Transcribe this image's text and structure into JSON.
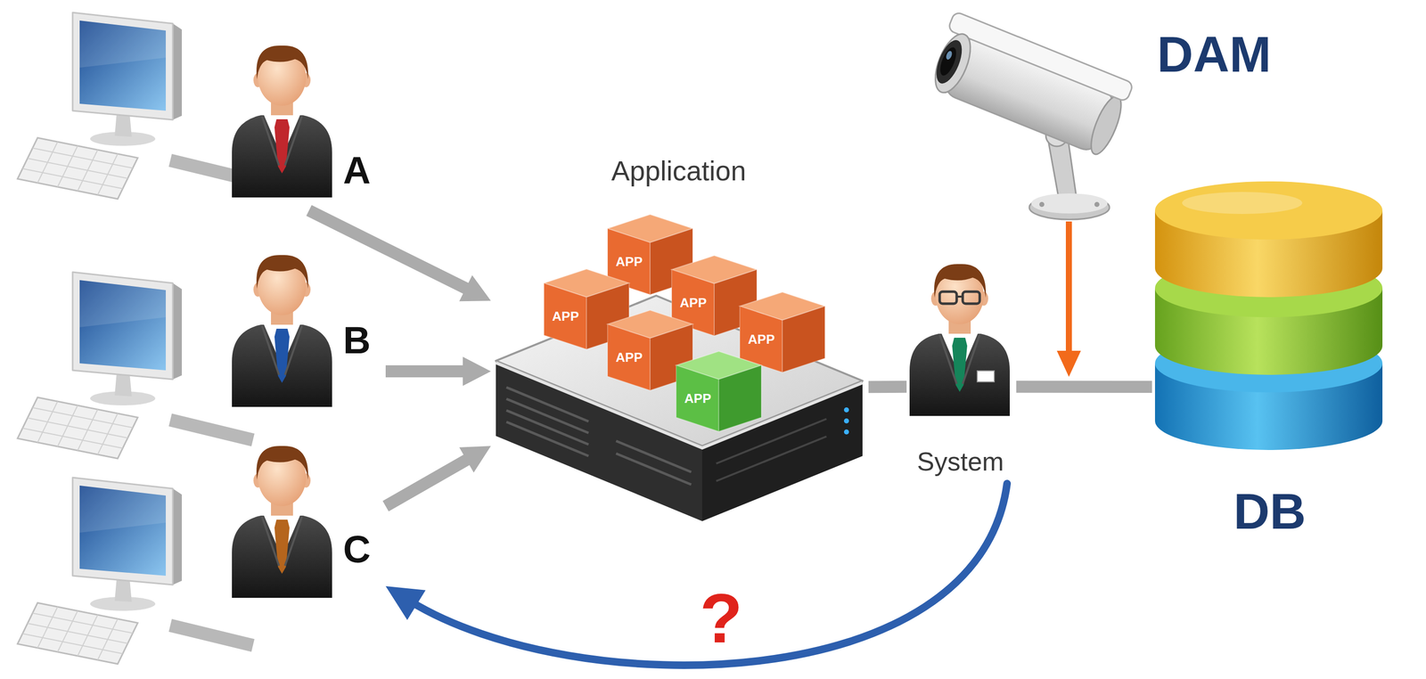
{
  "diagram": {
    "nodes": [
      {
        "text": [
          "A"
        ]
      },
      {
        "text": [
          "B"
        ]
      },
      {
        "text": [
          "C"
        ]
      },
      {
        "text": [
          "Application"
        ]
      },
      {
        "text": [
          "APP"
        ],
        "in": 3
      },
      {
        "text": [
          "APP"
        ],
        "in": 3
      },
      {
        "text": [
          "APP"
        ],
        "in": 3
      },
      {
        "text": [
          "APP"
        ],
        "in": 3
      },
      {
        "text": [
          "APP"
        ],
        "in": 3
      },
      {
        "text": [
          "APP"
        ],
        "in": 3
      },
      {
        "text": [
          "System"
        ]
      },
      {
        "text": [
          "DAM"
        ]
      },
      {
        "text": [
          "DB"
        ]
      }
    ],
    "edges": [
      {
        "from": 0,
        "to": 3,
        "arrow": "to"
      },
      {
        "from": 1,
        "to": 3,
        "arrow": "to"
      },
      {
        "from": 2,
        "to": 3,
        "arrow": "to"
      },
      {
        "from": 3,
        "to": 10,
        "arrow": "none"
      },
      {
        "from": 10,
        "to": 12,
        "arrow": "none"
      },
      {
        "from": 10,
        "to": 2,
        "label": "?",
        "arrow": "to"
      }
    ]
  }
}
